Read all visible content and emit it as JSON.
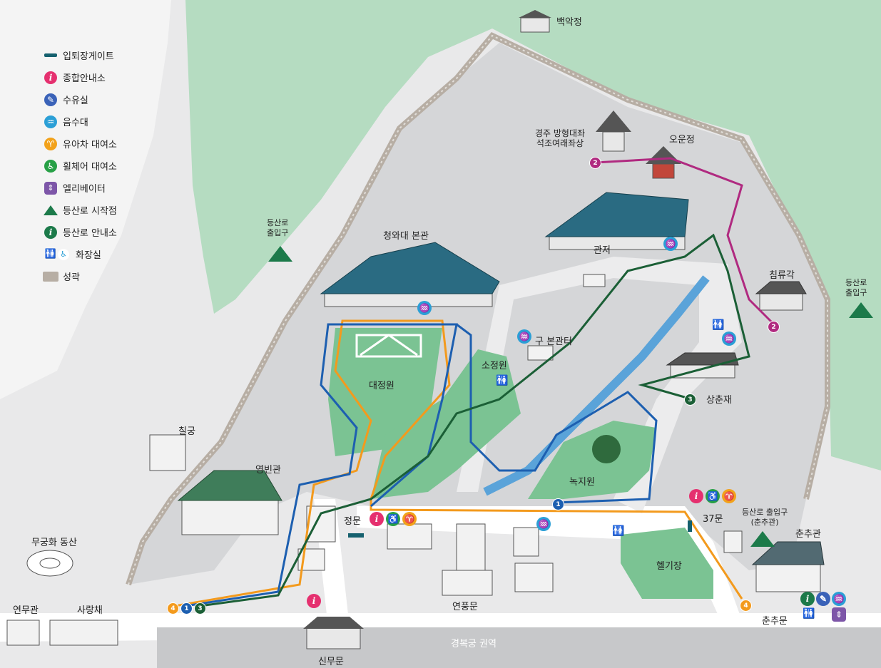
{
  "legend": {
    "items": [
      {
        "label": "입퇴장게이트",
        "icon": "gate-line-icon",
        "color": "#15606e"
      },
      {
        "label": "종합안내소",
        "icon": "info-icon",
        "color": "#e5306f"
      },
      {
        "label": "수유실",
        "icon": "nursing-room-icon",
        "color": "#3a62b8"
      },
      {
        "label": "음수대",
        "icon": "water-fountain-icon",
        "color": "#2b9fd6"
      },
      {
        "label": "유아차 대여소",
        "icon": "stroller-icon",
        "color": "#f2a21b"
      },
      {
        "label": "휠체어 대여소",
        "icon": "wheelchair-icon",
        "color": "#27a046"
      },
      {
        "label": "엘리베이터",
        "icon": "elevator-icon",
        "color": "#7d56a8"
      },
      {
        "label": "등산로 시작점",
        "icon": "trail-start-icon",
        "color": "#1c7a4a"
      },
      {
        "label": "등산로 안내소",
        "icon": "trail-info-icon",
        "color": "#1c7a4a"
      },
      {
        "label": "화장실",
        "icon": "restroom-icon",
        "color": "#2b6fc0"
      },
      {
        "label": "성곽",
        "icon": "fortress-wall-icon",
        "color": "#b7aea4"
      }
    ]
  },
  "places": {
    "baekakjeong": "백악정",
    "buddha": "경주 방형대좌\n석조여래좌상",
    "oun": "오운정",
    "gwanjeo": "관저",
    "main_hall": "청와대 본관",
    "chimnyu": "침류각",
    "old_site": "구 본관터",
    "sojeong": "소정원",
    "daejeong": "대정원",
    "sangchun": "상춘재",
    "nokji": "녹지원",
    "chilgung": "칠궁",
    "yeongbin": "영빈관",
    "gate37": "37문",
    "heli": "헬기장",
    "chunchu_hall": "춘추관",
    "chunchu_gate": "춘추문",
    "jeongmun": "정문",
    "yeonpung": "연풍문",
    "sinmu": "신무문",
    "mugunghwa": "무궁화 동산",
    "yeonmu": "연무관",
    "sarang": "사랑채",
    "gyeongbok": "경복궁 권역",
    "trail_west": "등산로\n출입구",
    "trail_east": "등산로\n출입구",
    "trail_chunchu": "등산로 출입구\n(춘추관)"
  },
  "routes": [
    {
      "id": "1",
      "color": "#1d5fb0"
    },
    {
      "id": "2",
      "color": "#b02a80"
    },
    {
      "id": "3",
      "color": "#1b5f36"
    },
    {
      "id": "4",
      "color": "#f39a1d"
    }
  ],
  "colors": {
    "forest": "#b5dcc1",
    "lawn": "#7bc393",
    "wall": "#b7aea4",
    "road": "#ffffff",
    "water": "#5aa3d9"
  }
}
